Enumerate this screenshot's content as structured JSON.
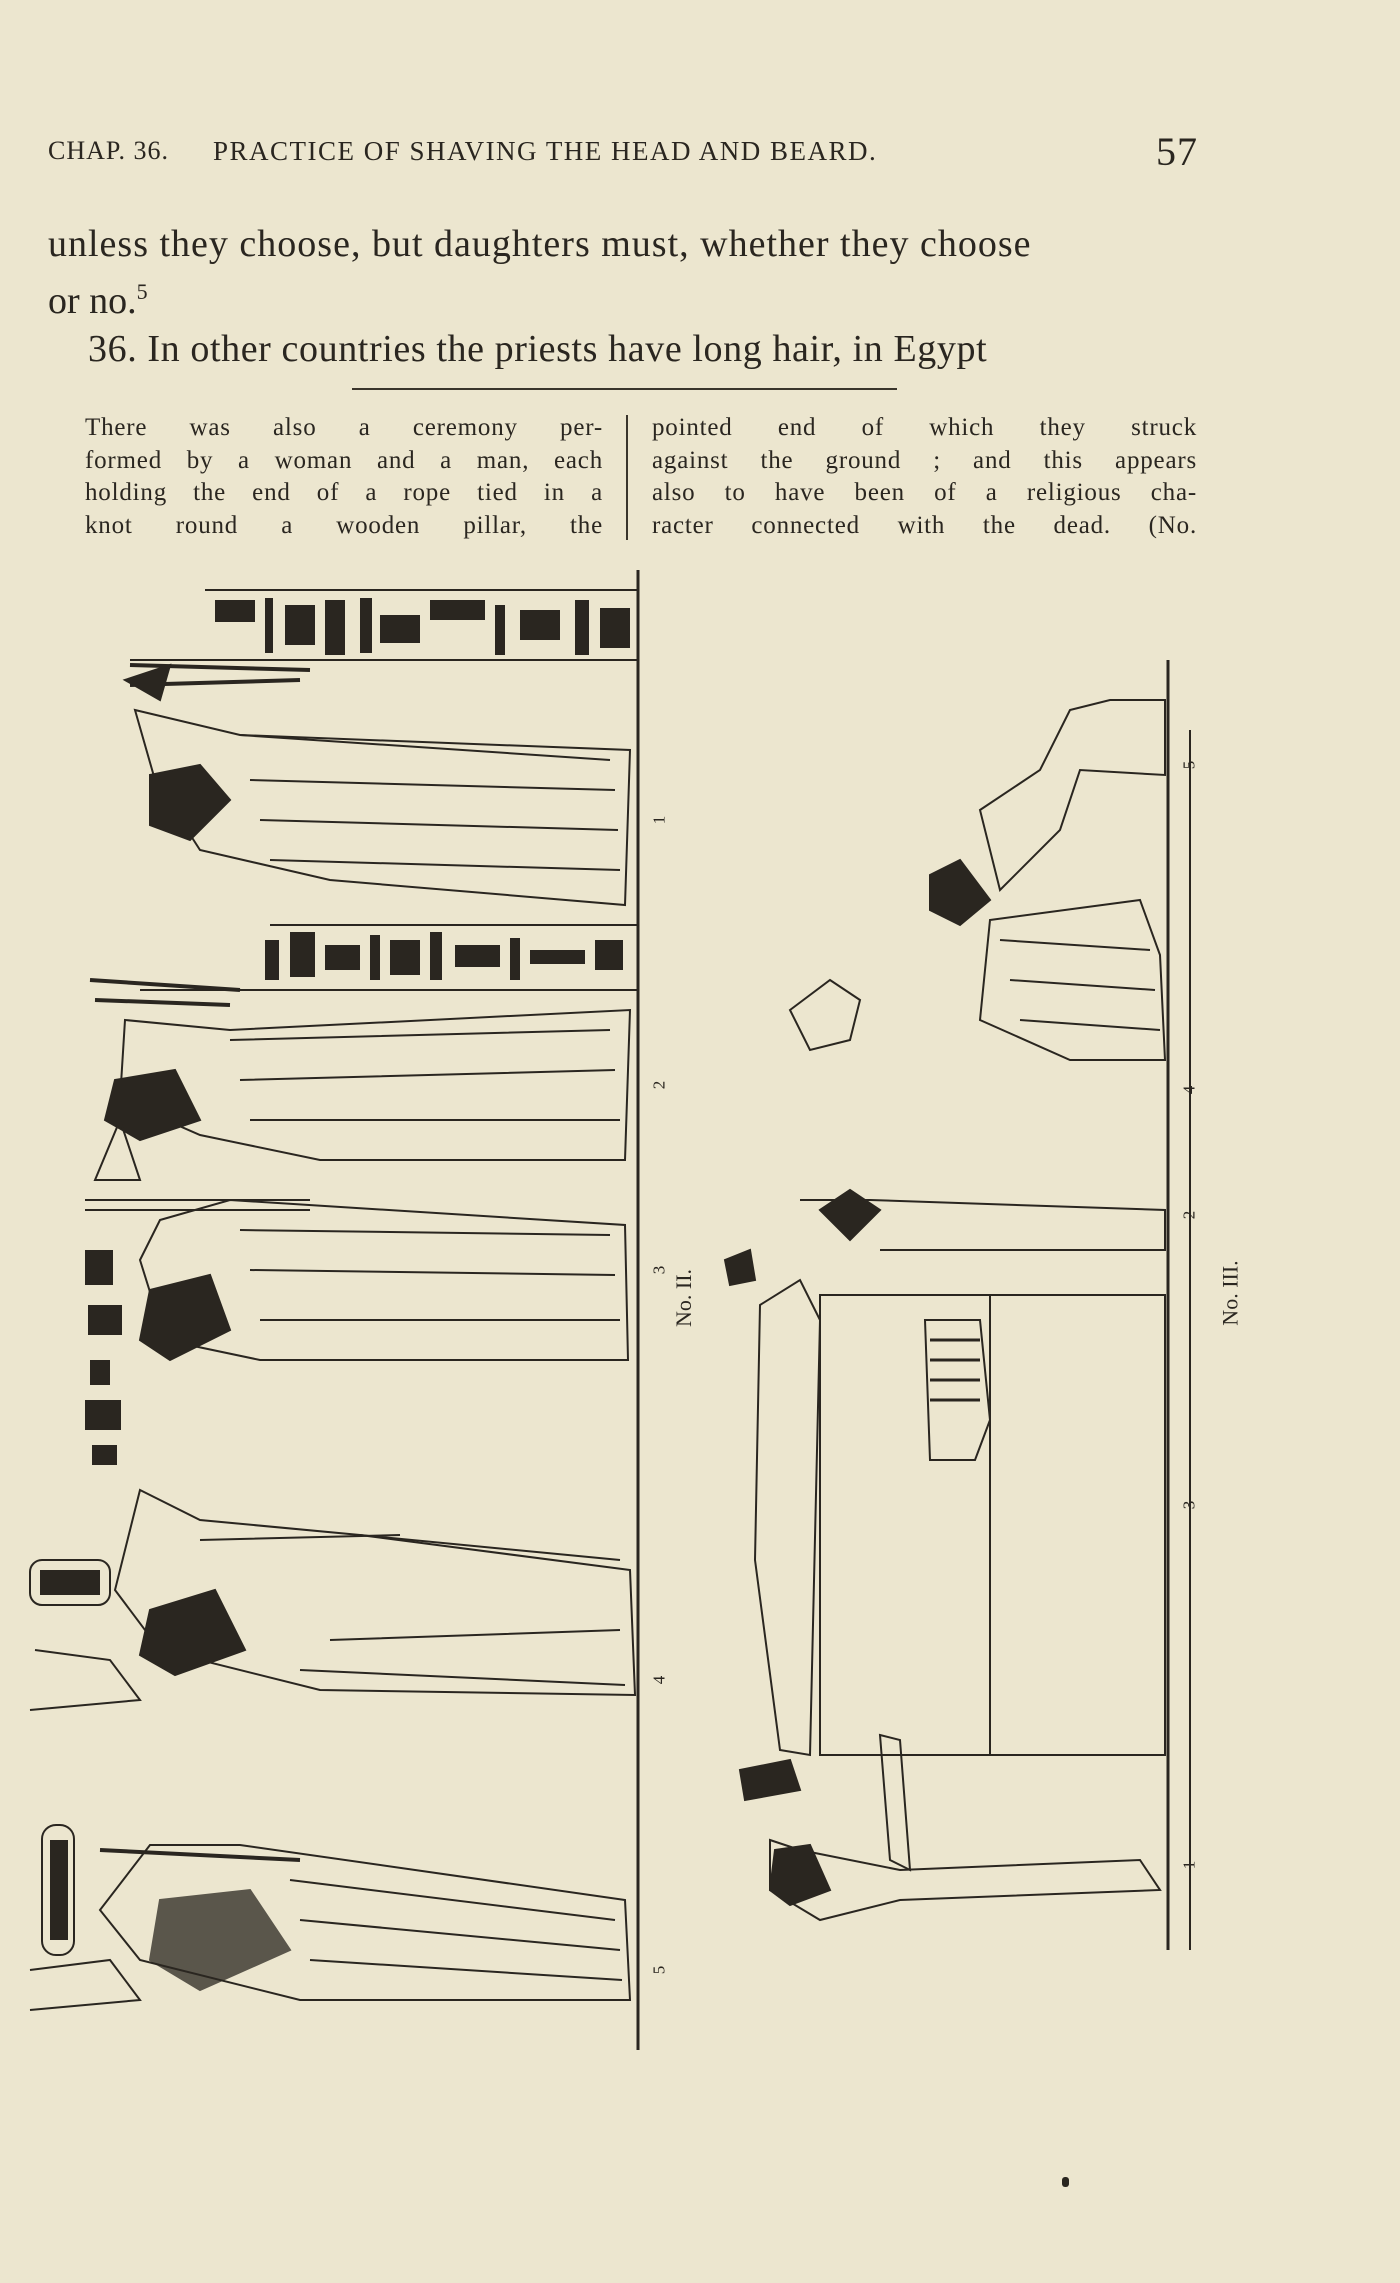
{
  "running_head": {
    "chapter": "CHAP. 36.",
    "title": "PRACTICE OF SHAVING THE HEAD AND BEARD.",
    "page_number": "57"
  },
  "body": {
    "line1": "unless they choose, but daughters must, whether they choose",
    "line2_text": "or no.",
    "line2_sup": "5",
    "line3": "36. In other countries the priests have long hair, in Egypt"
  },
  "footnote": {
    "left_lines": [
      "There was also a ceremony per-",
      "formed by a woman and a man, each",
      "holding the end of a rope tied in a",
      "knot round a wooden pillar, the"
    ],
    "right_lines": [
      "pointed end of which they struck",
      "against the ground ; and this appears",
      "also to have been of a religious cha-",
      "racter connected with the dead. (No."
    ]
  },
  "plate": {
    "caption_left": "No. II.",
    "caption_right": "No. III.",
    "left_numbers": [
      "1",
      "2",
      "3",
      "4",
      "5"
    ],
    "right_numbers": [
      "5",
      "4",
      "2",
      "3",
      "1"
    ]
  }
}
